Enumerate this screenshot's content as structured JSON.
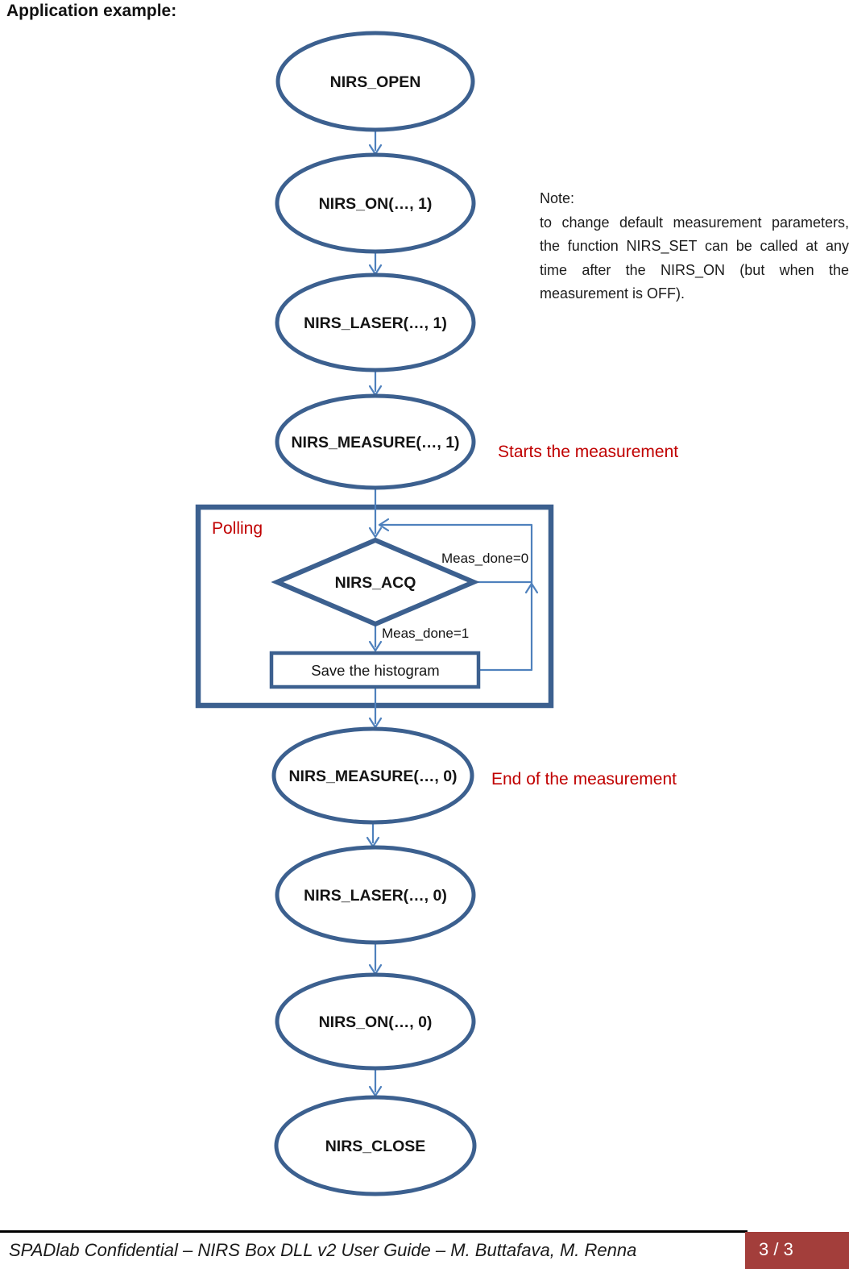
{
  "title": "Application example:",
  "note": {
    "heading": "Note:",
    "body": "to change default measurement parameters, the function NIRS_SET can be called at any time after the NIRS_ON (but when the measurement is OFF)."
  },
  "annotations": {
    "starts": "Starts the measurement",
    "end": "End of the measurement",
    "polling": "Polling"
  },
  "flowchart": {
    "nodes": {
      "open": "NIRS_OPEN",
      "on1": "NIRS_ON(…, 1)",
      "laser1": "NIRS_LASER(…, 1)",
      "measure1": "NIRS_MEASURE(…, 1)",
      "acq": "NIRS_ACQ",
      "save": "Save the histogram",
      "measure0": "NIRS_MEASURE(…, 0)",
      "laser0": "NIRS_LASER(…, 0)",
      "on0": "NIRS_ON(…, 0)",
      "close": "NIRS_CLOSE"
    },
    "edge_labels": {
      "meas_done_0": "Meas_done=0",
      "meas_done_1": "Meas_done=1"
    }
  },
  "footer": {
    "text": "SPADlab Confidential – NIRS Box DLL v2 User Guide – M. Buttafava, M. Renna",
    "page_indicator": "3 / 3"
  },
  "colors": {
    "shape_border": "#3C608F",
    "arrow": "#4F81BD",
    "annotation_red": "#C00000",
    "badge_bg": "#A33E3B"
  }
}
